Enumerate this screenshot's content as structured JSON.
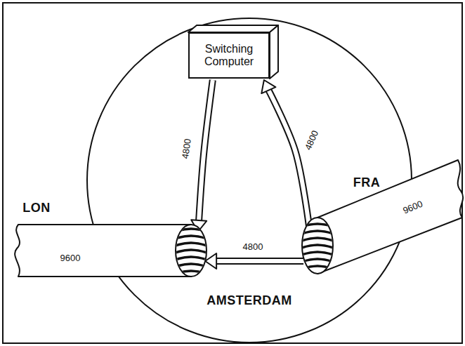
{
  "diagram": {
    "nodes": [
      {
        "text": [
          "AMSTERDAM"
        ]
      },
      {
        "text": [
          "Switching Computer"
        ],
        "in": 0
      },
      {
        "text": [
          "LON",
          "9600"
        ]
      },
      {
        "text": [
          "FRA",
          "9600"
        ]
      }
    ],
    "edges": [
      {
        "from": 1,
        "to": 2,
        "arrow": "to",
        "label": "4800"
      },
      {
        "from": 3,
        "to": 1,
        "arrow": "to",
        "label": "4800"
      },
      {
        "from": 3,
        "to": 2,
        "arrow": "to",
        "label": "4800"
      }
    ]
  }
}
